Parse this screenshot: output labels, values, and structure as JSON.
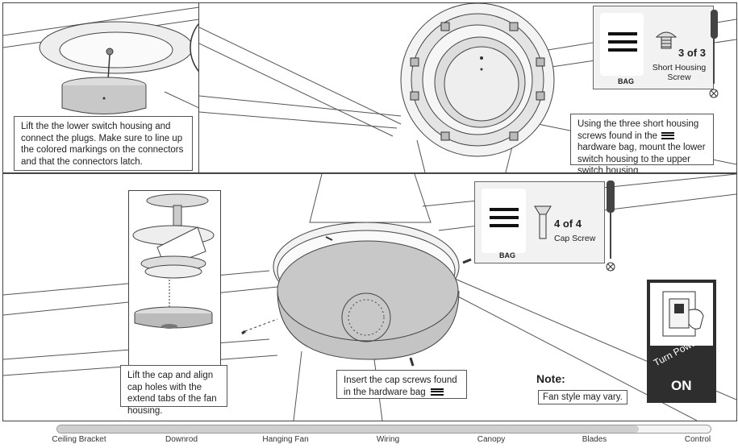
{
  "panel1": {
    "caption": "Lift the the lower switch housing and connect the plugs. Make sure to line up the colored markings on the connectors and that the connectors latch."
  },
  "panel2": {
    "caption_part1": "Using the three short housing screws found in the",
    "caption_part2": "hardware bag, mount the lower switch housing to the upper switch housing.",
    "bag_label": "BAG",
    "count": "3 of 3",
    "hardware_name": "Short Housing Screw"
  },
  "panel3": {
    "caption": "Lift the cap and align cap holes with the extend tabs of the fan housing.",
    "caption2": "Insert the cap screws found in the hardware bag",
    "bag_label": "BAG",
    "count": "4 of 4",
    "hardware_name": "Cap Screw",
    "note_title": "Note:",
    "note_text": "Fan style may vary.",
    "power_line1": "Turn Power",
    "power_line2": "ON"
  },
  "progress": {
    "fraction": 0.89,
    "steps": [
      "Ceiling Bracket",
      "Downrod",
      "Hanging Fan",
      "Wiring",
      "Canopy",
      "Blades",
      "Control"
    ]
  },
  "colors": {
    "line": "#444444",
    "housing": "#c8c8c8",
    "power_bg": "#2e2e2e"
  }
}
